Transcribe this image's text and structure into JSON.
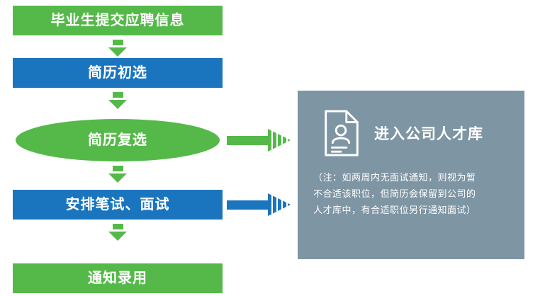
{
  "flow": {
    "steps": [
      {
        "label": "毕业生提交应聘信息",
        "shape": "box",
        "color": "green"
      },
      {
        "label": "简历初选",
        "shape": "box",
        "color": "blue"
      },
      {
        "label": "简历复选",
        "shape": "ellipse",
        "color": "green"
      },
      {
        "label": "安排笔试、面试",
        "shape": "box",
        "color": "blue"
      },
      {
        "label": "通知录用",
        "shape": "box",
        "color": "green"
      }
    ]
  },
  "panel": {
    "icon": "document-person-icon",
    "title": "进入公司人才库",
    "note_line1": "（注：如两周内无面试通知，则视为暂",
    "note_line2": "不合适该职位，但简历会保留到公司的",
    "note_line3": "人才库中，有合适职位另行通知面试）"
  },
  "colors": {
    "green": "#55B94A",
    "blue": "#1B75BE",
    "panel": "#7E95A3",
    "text": "#FFFFFF"
  }
}
